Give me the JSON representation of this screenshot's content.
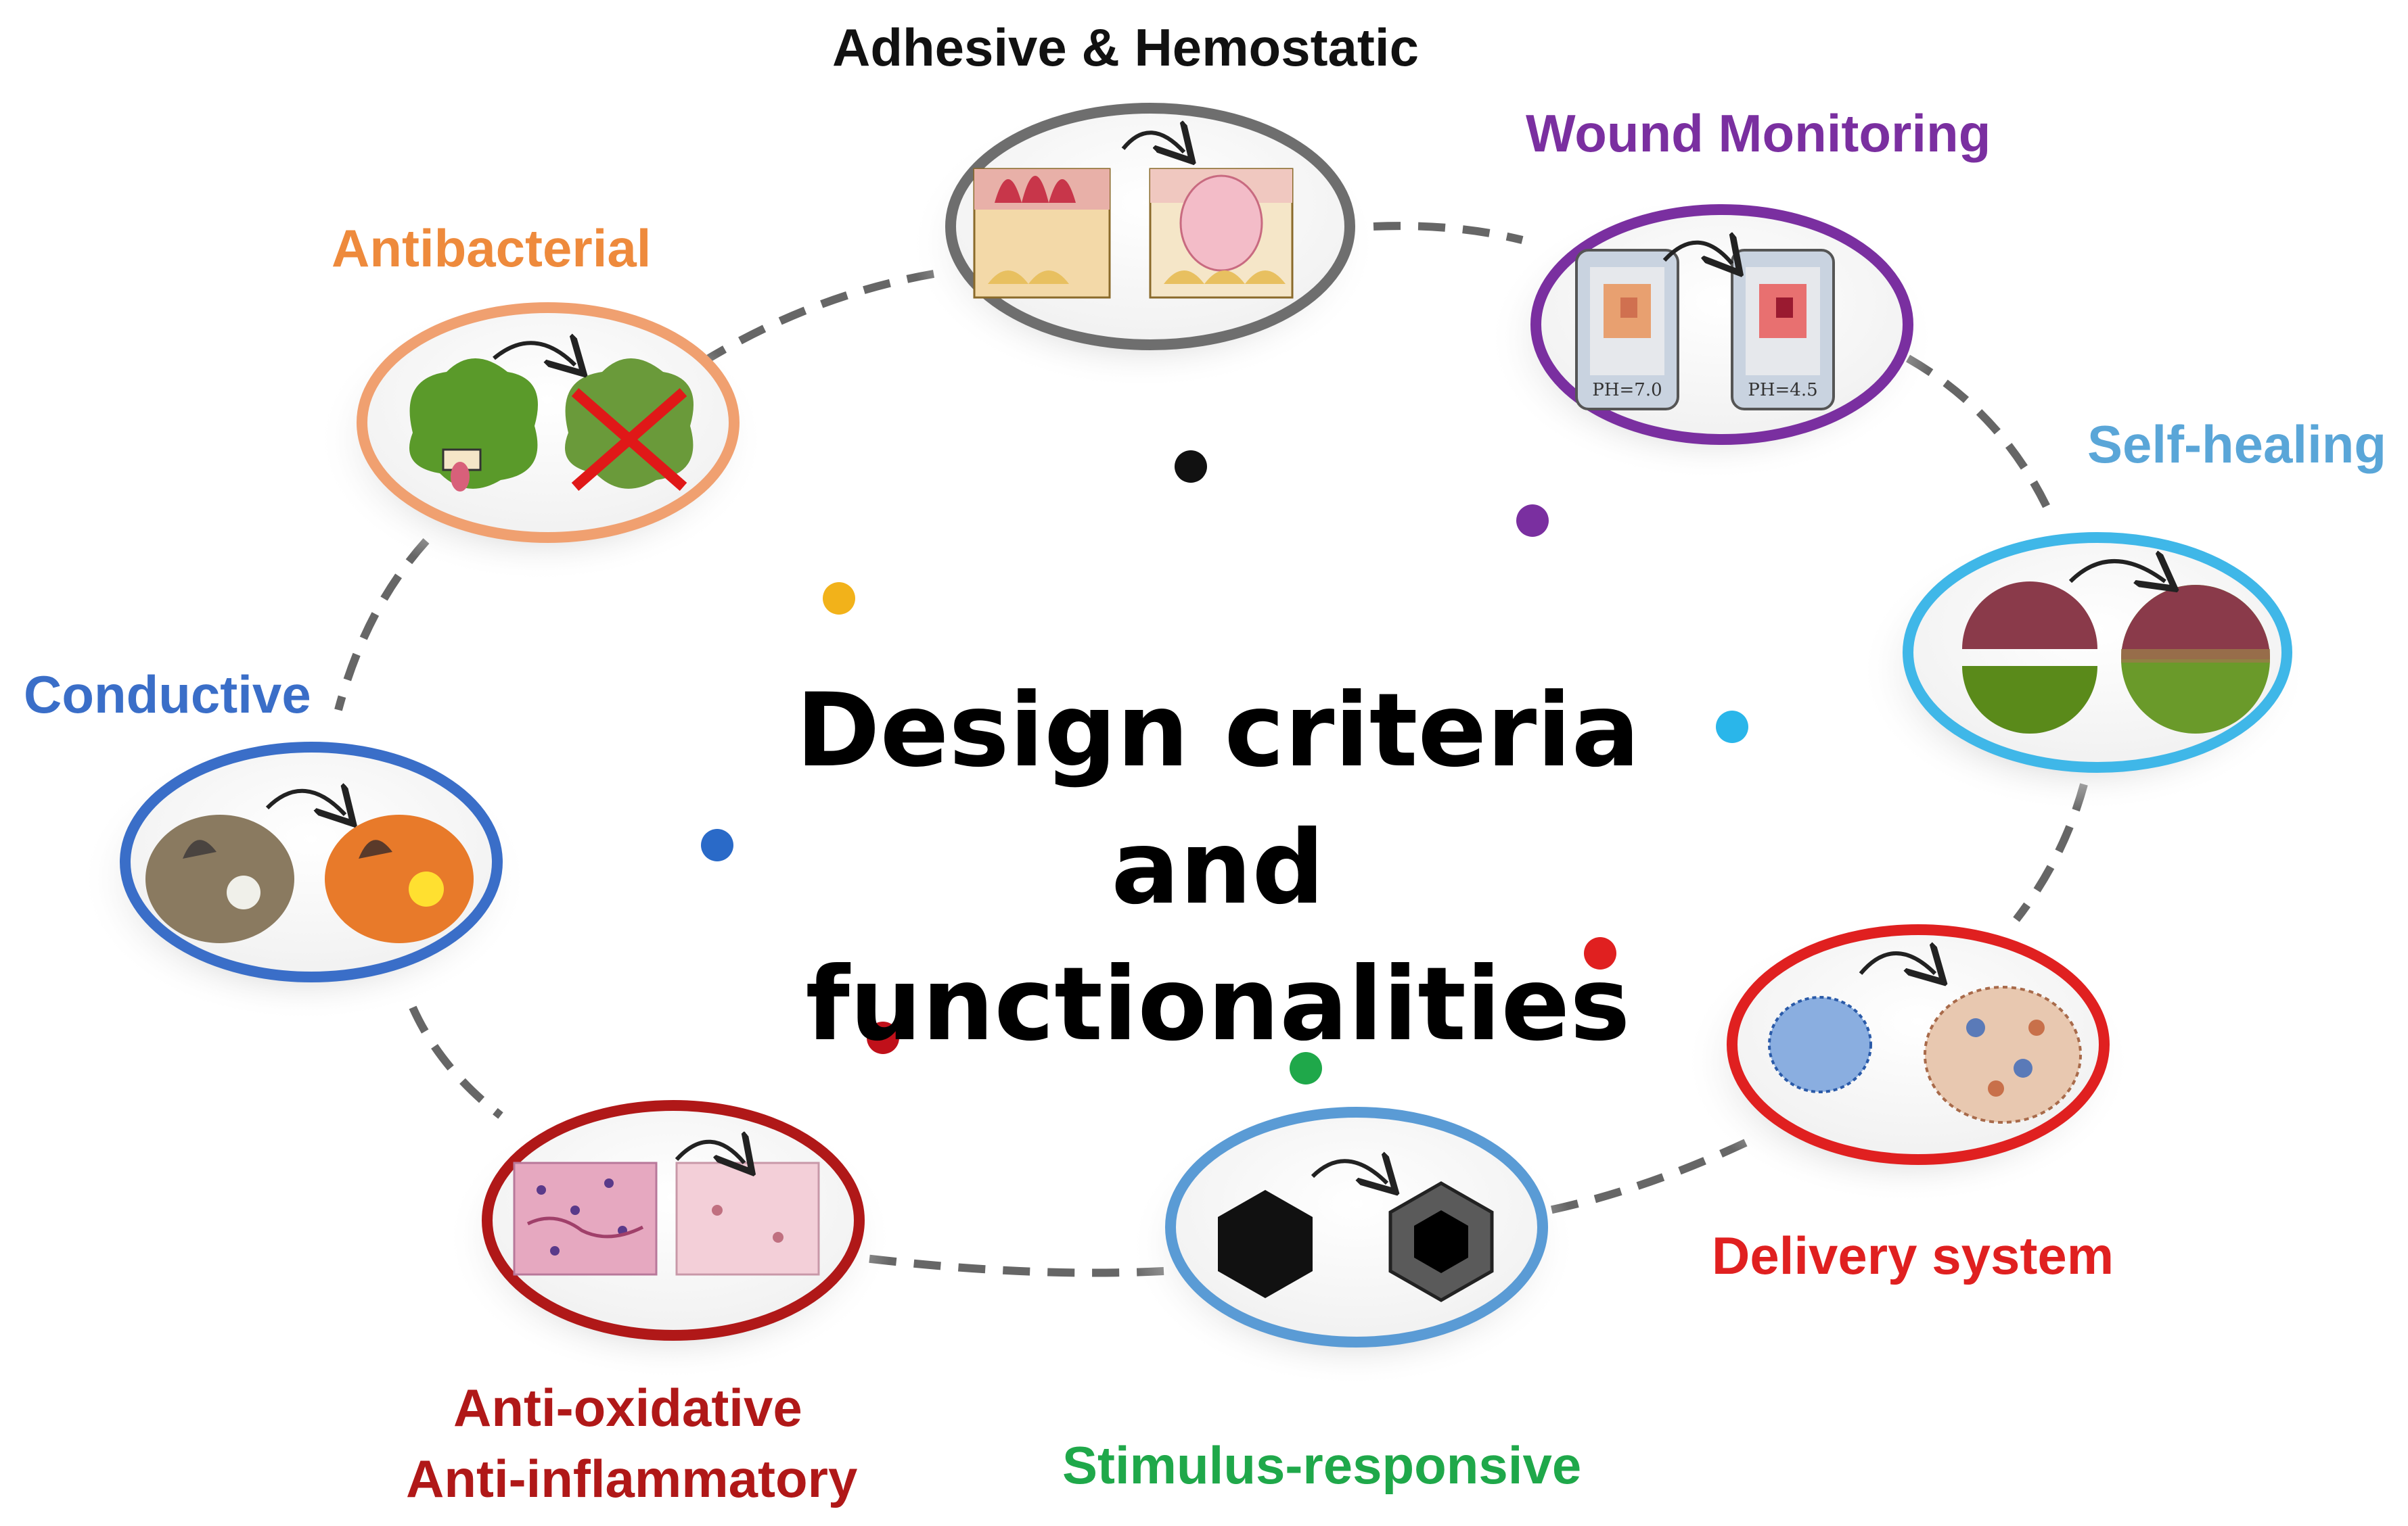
{
  "center_title": {
    "line1": "Design criteria and",
    "line2": "functionalities"
  },
  "nodes": [
    {
      "id": "adhesive-hemostatic",
      "label": "Adhesive  & Hemostatic",
      "color": "#111111",
      "ring_color": "#6e6e6e",
      "icon": "skin-tissue-icon"
    },
    {
      "id": "wound-monitoring",
      "label": "Wound Monitoring",
      "color": "#7a2fa0",
      "ring_color": "#7a2fa0",
      "icon": "smartphone-ph-icon",
      "ph_before": "PH=7.0",
      "ph_after": "PH=4.5"
    },
    {
      "id": "self-healing",
      "label": "Self-healing",
      "color": "#5aa6d8",
      "ring_color": "#3fb7e8",
      "icon": "hydrogel-disc-icon"
    },
    {
      "id": "delivery-system",
      "label": "Delivery system",
      "color": "#e02020",
      "ring_color": "#e02020",
      "icon": "particle-cluster-icon"
    },
    {
      "id": "stimulus-responsive",
      "label": "Stimulus-responsive",
      "color": "#1fa84a",
      "ring_color": "#5a9bd5",
      "icon": "hexagon-gel-icon"
    },
    {
      "id": "anti-oxidative",
      "label": "Anti-oxidative",
      "label2": "Anti-inflammatory",
      "color": "#b01818",
      "ring_color": "#b01818",
      "icon": "tissue-section-icon"
    },
    {
      "id": "conductive",
      "label": "Conductive",
      "color": "#3a6ec8",
      "ring_color": "#3a6ec8",
      "icon": "light-bulb-icon"
    },
    {
      "id": "antibacterial",
      "label": "Antibacterial",
      "color": "#ee8a3c",
      "ring_color": "#f0a070",
      "icon": "bacteria-icon"
    }
  ],
  "dots": [
    {
      "color": "#111111"
    },
    {
      "color": "#7a2fa0"
    },
    {
      "color": "#2ab6ea"
    },
    {
      "color": "#e02020"
    },
    {
      "color": "#1fa84a"
    },
    {
      "color": "#c0101a"
    },
    {
      "color": "#2a6ac8"
    },
    {
      "color": "#f2b21a"
    }
  ]
}
